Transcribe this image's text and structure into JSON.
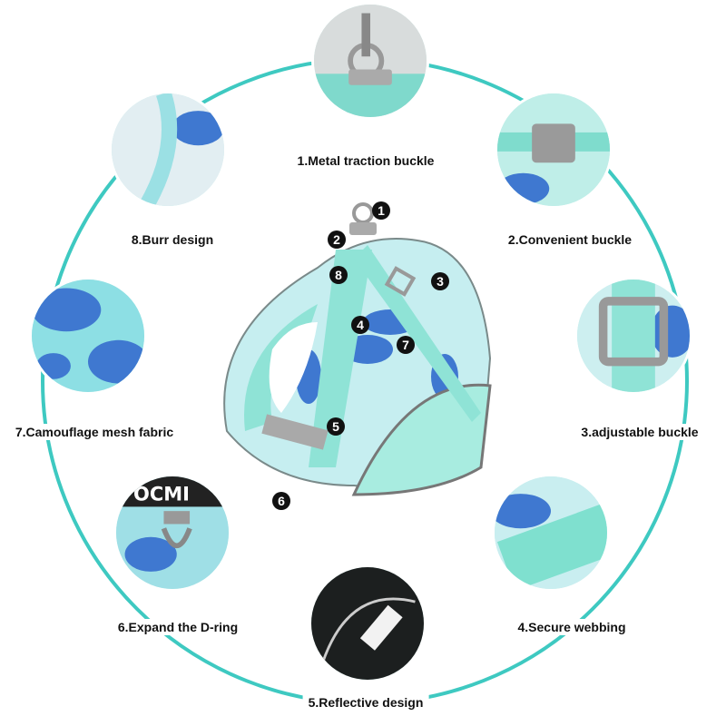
{
  "features": [
    {
      "number": "1",
      "label": "1.Metal traction buckle"
    },
    {
      "number": "2",
      "label": "2.Convenient buckle"
    },
    {
      "number": "3",
      "label": "3.adjustable buckle"
    },
    {
      "number": "4",
      "label": "4.Secure webbing"
    },
    {
      "number": "5",
      "label": "5.Reflective design"
    },
    {
      "number": "6",
      "label": "6.Expand the D-ring"
    },
    {
      "number": "7",
      "label": "7.Camouflage mesh fabric"
    },
    {
      "number": "8",
      "label": "8.Burr design"
    }
  ],
  "logo_fragment": "OCMI",
  "colors": {
    "ring": "#3ec9c1",
    "mint": "#8fe3d6",
    "camo_blue": "#3f78d0",
    "badge": "#111111"
  }
}
